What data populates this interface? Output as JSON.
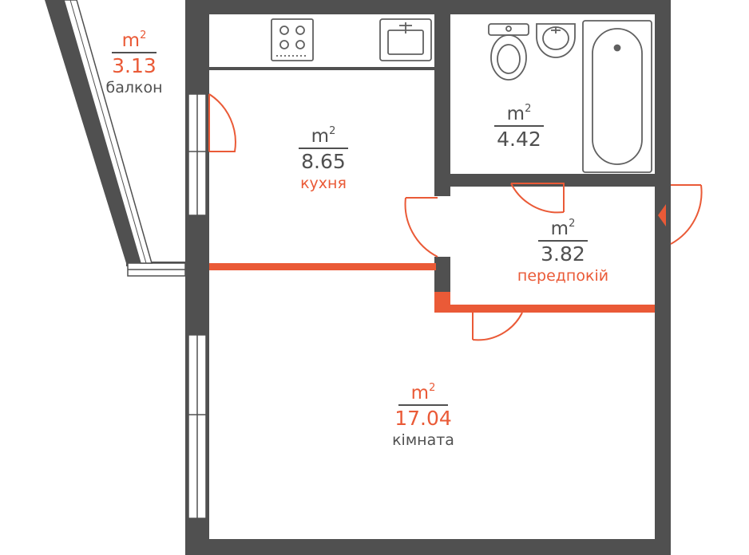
{
  "colors": {
    "wall": "#505050",
    "accent": "#ea5a37",
    "text_dark": "#505050",
    "fixture": "#606060"
  },
  "unit": {
    "base": "m",
    "exponent": "2"
  },
  "rooms": {
    "balcony": {
      "area": "3.13",
      "name": "балкон"
    },
    "kitchen": {
      "area": "8.65",
      "name": "кухня"
    },
    "bathroom": {
      "area": "4.42"
    },
    "hallway": {
      "area": "3.82",
      "name": "передпокій"
    },
    "room": {
      "area": "17.04",
      "name": "кімната"
    }
  },
  "icons": {
    "stove": "stove-icon",
    "sink": "kitchen-sink-icon",
    "toilet": "toilet-icon",
    "washbasin": "washbasin-icon",
    "bathtub": "bathtub-icon"
  }
}
